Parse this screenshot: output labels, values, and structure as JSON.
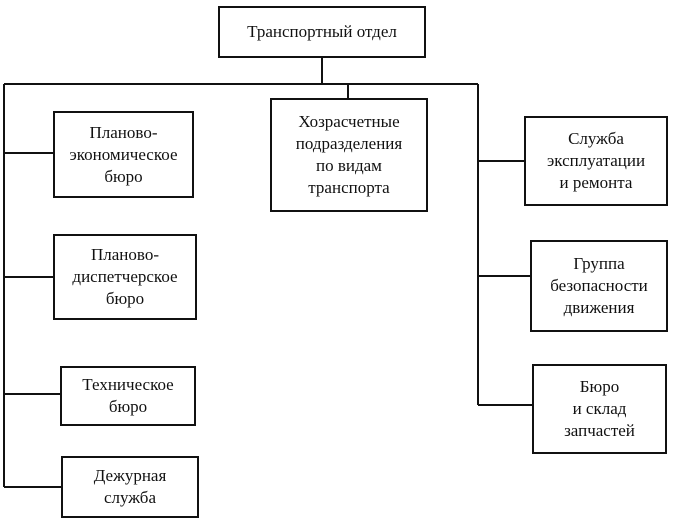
{
  "root": {
    "label": "Транспортный отдел"
  },
  "center": {
    "label": "Хозрасчетные\nподразделения\nпо видам\nтранспорта"
  },
  "left": [
    {
      "label": "Планово-\nэкономическое\nбюро"
    },
    {
      "label": "Планово-\nдиспетчерское\nбюро"
    },
    {
      "label": "Техническое\nбюро"
    },
    {
      "label": "Дежурная\nслужба"
    }
  ],
  "right": [
    {
      "label": "Служба\nэксплуатации\nи ремонта"
    },
    {
      "label": "Группа\nбезопасности\nдвижения"
    },
    {
      "label": "Бюро\nи склад\nзапчастей"
    }
  ],
  "colors": {
    "line": "#111111",
    "background": "#ffffff"
  }
}
